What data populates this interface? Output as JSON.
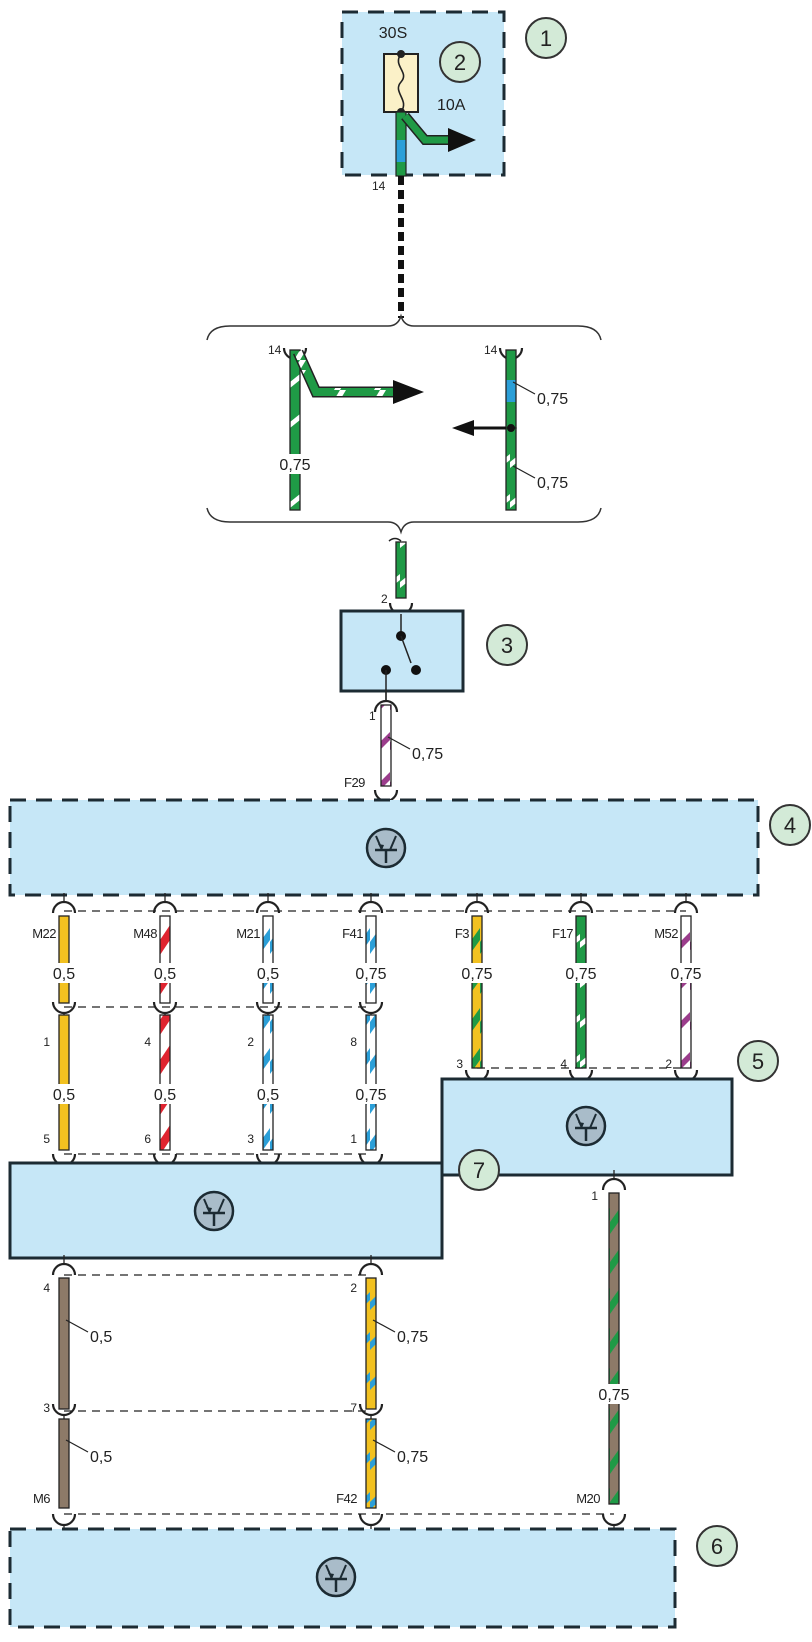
{
  "diagram": {
    "title": "Wiring diagram",
    "colors": {
      "module_fill": "#c6e7f7",
      "badge_fill": "#d3ead7",
      "fuse_fill": "#fbf1c8",
      "green": "#1f9a46",
      "blue": "#2b9fd8",
      "yellow": "#f2c120",
      "red": "#e02430",
      "violet": "#9b3d8c",
      "brown": "#8d7a68",
      "white": "#ffffff"
    },
    "components": [
      {
        "id": "1",
        "label": "1",
        "type": "fuse-box"
      },
      {
        "id": "2",
        "label": "2",
        "type": "fuse",
        "terminal": "30S",
        "rating": "10A"
      },
      {
        "id": "3",
        "label": "3",
        "type": "switch"
      },
      {
        "id": "4",
        "label": "4",
        "type": "control-unit"
      },
      {
        "id": "5",
        "label": "5",
        "type": "control-unit"
      },
      {
        "id": "6",
        "label": "6",
        "type": "control-unit"
      },
      {
        "id": "7",
        "label": "7",
        "type": "control-unit"
      }
    ],
    "fuse_box": {
      "pin": "14"
    },
    "connector_variants": {
      "left": {
        "pin": "14",
        "gauge": "0,75",
        "colors": "green/white"
      },
      "right": {
        "pin": "14",
        "gauge_top": "0,75",
        "gauge_bottom": "0,75",
        "colors_top": "green/blue",
        "colors_bottom": "green/white"
      }
    },
    "switch": {
      "pin_top": "2",
      "pin_bottom": "1",
      "wire_gauge": "0,75",
      "wire_color": "violet/white"
    },
    "unit4": {
      "pin_top": "F29",
      "pins_bottom": [
        "M22",
        "M48",
        "M21",
        "F41",
        "F3",
        "F17",
        "M52"
      ]
    },
    "wires_4_to_7": [
      {
        "from": "M22",
        "gauge_upper": "0,5",
        "mid_pin": "1",
        "gauge_lower": "0,5",
        "to": "5",
        "colors": "yellow"
      },
      {
        "from": "M48",
        "gauge_upper": "0,5",
        "mid_pin": "4",
        "gauge_lower": "0,5",
        "to": "6",
        "colors": "red/white"
      },
      {
        "from": "M21",
        "gauge_upper": "0,5",
        "mid_pin": "2",
        "gauge_lower": "0,5",
        "to": "3",
        "colors": "blue/white"
      },
      {
        "from": "F41",
        "gauge_upper": "0,75",
        "mid_pin": "8",
        "gauge_lower": "0,75",
        "to": "1",
        "colors": "blue/white"
      }
    ],
    "wires_4_to_5": [
      {
        "from": "F3",
        "gauge": "0,75",
        "to": "3",
        "colors": "yellow/green"
      },
      {
        "from": "F17",
        "gauge": "0,75",
        "to": "4",
        "colors": "green/white"
      },
      {
        "from": "M52",
        "gauge": "0,75",
        "to": "2",
        "colors": "violet/white"
      }
    ],
    "wire_5_to_6": {
      "from": "1",
      "gauge": "0,75",
      "to": "M20",
      "colors": "brown/green"
    },
    "wires_7_to_6": [
      {
        "from": "4",
        "gauge_upper": "0,5",
        "mid_pin": "3",
        "gauge_lower": "0,5",
        "to": "M6",
        "colors": "brown"
      },
      {
        "from": "2",
        "gauge_upper": "0,75",
        "mid_pin": "7",
        "gauge_lower": "0,75",
        "to": "F42",
        "colors": "yellow/blue"
      }
    ]
  }
}
